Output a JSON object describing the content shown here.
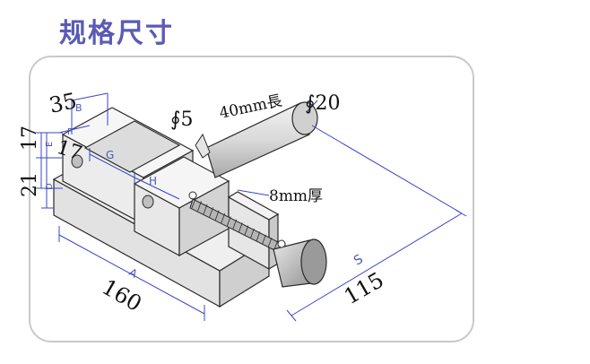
{
  "title": "规格尺寸",
  "labels": {
    "dim_35": "35",
    "dim_17_top": "17",
    "dim_17_side": "17",
    "dim_21": "21",
    "dim_160": "160",
    "dim_115": "115",
    "dim_phi5": "∮5",
    "dim_phi20": "∮20",
    "note_40mm": "40mm長",
    "note_8mm": "8mm厚",
    "tag_A": "A",
    "tag_B": "B",
    "tag_F": "F",
    "tag_G": "G",
    "tag_H": "H",
    "tag_E": "E",
    "tag_D": "D",
    "tag_S": "S"
  },
  "colors": {
    "title": "#5b5bb4",
    "dimension_line": "#3b46c4",
    "outline": "#2a2a2a",
    "frame": "#c9c9c9"
  }
}
